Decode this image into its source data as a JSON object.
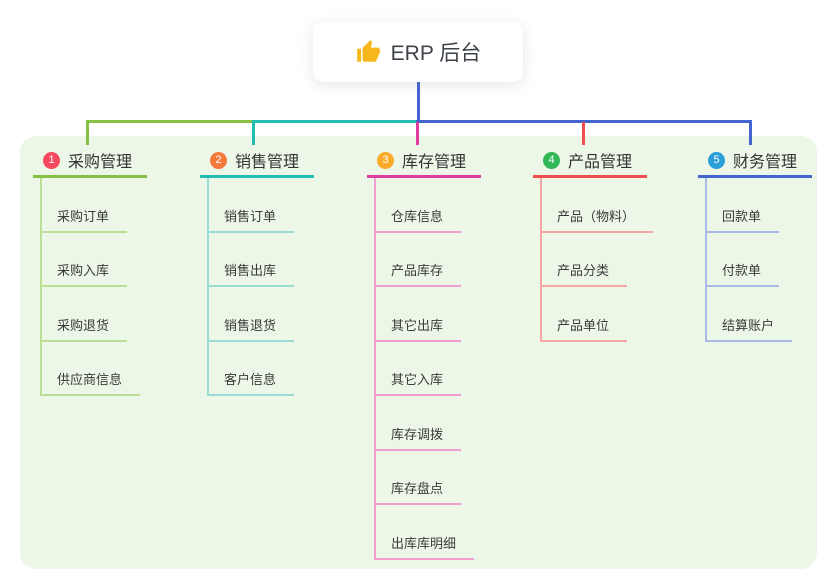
{
  "page": {
    "background": "#ffffff",
    "panel_background": "#edf7e7"
  },
  "root": {
    "label": "ERP 后台",
    "icon": "thumbs-up",
    "icon_color": "#f6b81c",
    "connector_color": "#4465d0"
  },
  "branches": [
    {
      "index": "1",
      "label": "采购管理",
      "badge_color": "#f5495f",
      "line_color": "#85c043",
      "child_line_color": "#badf95",
      "children": [
        "采购订单",
        "采购入库",
        "采购退货",
        "供应商信息"
      ]
    },
    {
      "index": "2",
      "label": "销售管理",
      "badge_color": "#f5793b",
      "line_color": "#22bdb0",
      "child_line_color": "#9adcd4",
      "children": [
        "销售订单",
        "销售出库",
        "销售退货",
        "客户信息"
      ]
    },
    {
      "index": "3",
      "label": "库存管理",
      "badge_color": "#fbab29",
      "line_color": "#df3ca0",
      "child_line_color": "#f19ed2",
      "children": [
        "仓库信息",
        "产品库存",
        "其它出库",
        "其它入库",
        "库存调拨",
        "库存盘点",
        "出库库明细"
      ]
    },
    {
      "index": "4",
      "label": "产品管理",
      "badge_color": "#33b857",
      "line_color": "#f04e4e",
      "child_line_color": "#f7a6a6",
      "children": [
        "产品（物料）",
        "产品分类",
        "产品单位"
      ]
    },
    {
      "index": "5",
      "label": "财务管理",
      "badge_color": "#2a9fd8",
      "line_color": "#4465d0",
      "child_line_color": "#aab9e8",
      "children": [
        "回款单",
        "付款单",
        "结算账户"
      ]
    }
  ]
}
